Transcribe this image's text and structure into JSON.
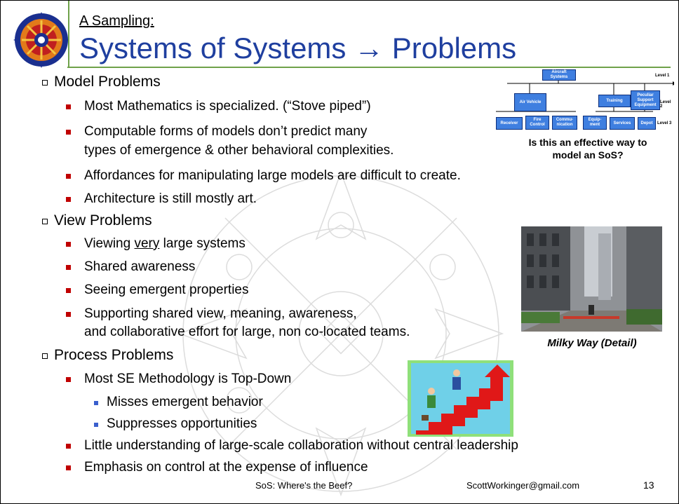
{
  "header": {
    "subtitle": "A Sampling:",
    "title": "Systems of Systems → Problems"
  },
  "sections": [
    {
      "heading": "Model Problems",
      "items": [
        {
          "text": "Most Mathematics is specialized. (“Stove piped”)"
        },
        {
          "line1": "Computable forms of models don’t predict many",
          "line2": "types of emergence & other behavioral complexities."
        },
        {
          "text": "Affordances for manipulating large models are difficult to create."
        },
        {
          "text": "Architecture is still mostly art."
        }
      ]
    },
    {
      "heading": "View Problems",
      "items": [
        {
          "pre": "Viewing ",
          "underlined": "very",
          "post": " large systems"
        },
        {
          "text": "Shared awareness"
        },
        {
          "text": "Seeing emergent properties"
        },
        {
          "line1": "Supporting shared view, meaning, awareness,",
          "line2": "and collaborative effort for large, non co-located teams."
        }
      ]
    },
    {
      "heading": "Process Problems",
      "items": [
        {
          "text": "Most SE Methodology is Top-Down",
          "subitems": [
            "Misses emergent behavior",
            "Suppresses opportunities"
          ]
        },
        {
          "text": "Little understanding of large-scale collaboration without central leadership"
        },
        {
          "text": "Emphasis on control at the expense of influence"
        }
      ]
    }
  ],
  "org_chart": {
    "root": "Aircraft Systems",
    "level2": [
      "Air Vehicle",
      "Training",
      "Peculiar Support Equipment"
    ],
    "level3": [
      "Receiver",
      "Fire Control",
      "Commu-nication",
      "Equip-ment",
      "Services",
      "Depot"
    ],
    "levels": [
      "Level 1",
      "Level 2",
      "Level 3"
    ],
    "caption_line1": "Is this an effective way to",
    "caption_line2": "model an SoS?"
  },
  "photo_caption": "Milky Way (Detail)",
  "footer": {
    "left": "SoS: Where's the Beef?",
    "email": "ScottWorkinger@gmail.com",
    "page": "13"
  },
  "colors": {
    "title": "#1f3f9f",
    "bullet_l2": "#c00000",
    "bullet_l3": "#3a5fcd",
    "rule": "#6fa24a",
    "org_box": "#3f7fe0"
  }
}
